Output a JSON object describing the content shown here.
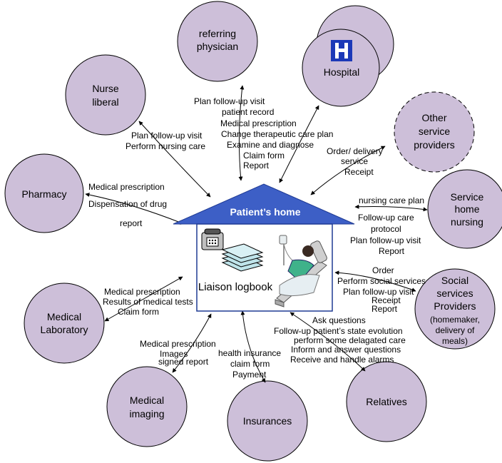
{
  "nodes": {
    "referring": [
      "referring",
      "physician"
    ],
    "hospital": "Hospital",
    "nurse": [
      "Nurse",
      "liberal"
    ],
    "other": [
      "Other",
      "service",
      "providers"
    ],
    "pharmacy": "Pharmacy",
    "service_nursing": [
      "Service",
      "home",
      "nursing"
    ],
    "social": [
      "Social",
      "services",
      "Providers"
    ],
    "social_sub": [
      "(homemaker,",
      "delivery of",
      "meals)"
    ],
    "laboratory": [
      "Medical",
      "Laboratory"
    ],
    "imaging": [
      "Medical",
      "imaging"
    ],
    "insurances": "Insurances",
    "relatives": "Relatives"
  },
  "house": {
    "title": "Patient’s home",
    "logbook": "Liaison logbook"
  },
  "labels": {
    "physician": [
      "Plan follow-up visit",
      "patient record",
      "Medical prescription",
      "Change therapeutic care plan",
      "Examine and diagnose",
      "Claim form",
      "Report"
    ],
    "nurse": [
      "Plan follow-up visit",
      "Perform nursing care"
    ],
    "other": [
      "Order/ delivery",
      "service",
      "Receipt"
    ],
    "pharmacy": [
      "Medical prescription",
      "Dispensation of drug",
      "report"
    ],
    "service_nursing": [
      "nursing care plan",
      "Follow-up care",
      "protocol",
      "Plan follow-up visit",
      "Report"
    ],
    "social": [
      "Order",
      "Perform social services",
      "Plan follow-up visit",
      "Receipt",
      "Report"
    ],
    "laboratory": [
      "Medical prescription",
      "Results of medical tests",
      "Claim form"
    ],
    "relatives": [
      "Ask questions",
      "Follow-up patient’s state evolution",
      "perform some delagated care",
      "Inform and answer questions",
      "Receive and handle alarms"
    ],
    "imaging": [
      "Medical prescription",
      "Images",
      "signed report"
    ],
    "insurance": [
      "health insurance",
      "claim form",
      "Payment"
    ]
  },
  "colors": {
    "circle_fill": "#cdbfd9",
    "roof_fill": "#3d5fc6",
    "house_border": "#1f3a93",
    "hospital_logo": "#1c39b8"
  },
  "icons": [
    "telephone-icon",
    "logbook-icon",
    "patient-in-bed-icon",
    "hospital-h-icon"
  ]
}
